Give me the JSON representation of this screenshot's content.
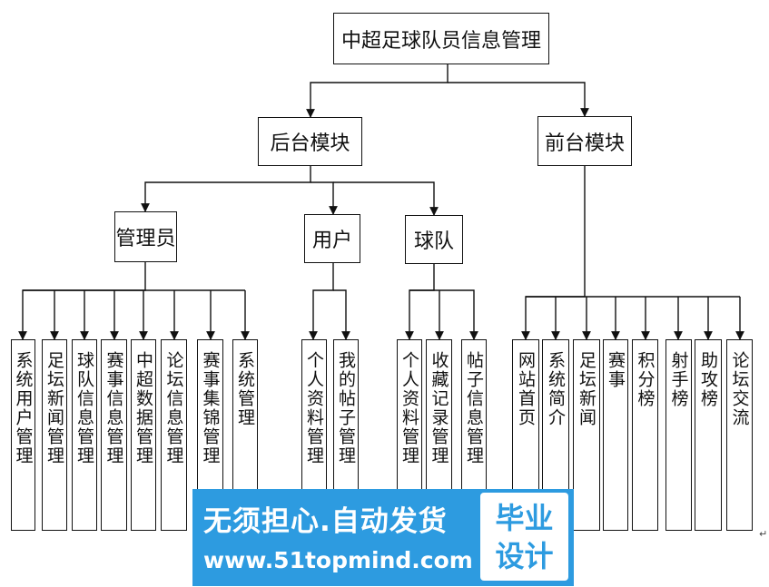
{
  "diagram": {
    "root": "中超足球队员信息管理",
    "backend": {
      "label": "后台模块",
      "groups": [
        {
          "label": "管理员",
          "items": [
            "系统用户管理",
            "足坛新闻管理",
            "球队信息管理",
            "赛事信息管理",
            "中超数据管理",
            "论坛信息管理",
            "赛事集锦管理",
            "系统管理"
          ]
        },
        {
          "label": "用户",
          "items": [
            "个人资料管理",
            "我的帖子管理"
          ]
        },
        {
          "label": "球队",
          "items": [
            "个人资料管理",
            "收藏记录管理",
            "帖子信息管理"
          ]
        }
      ]
    },
    "frontend": {
      "label": "前台模块",
      "items": [
        "网站首页",
        "系统简介",
        "足坛新闻",
        "赛事",
        "积分榜",
        "射手榜",
        "助攻榜",
        "论坛交流"
      ]
    }
  },
  "watermark": {
    "line1": "无须担心.自动发货",
    "line2": "www.51topmind.com",
    "logo_line1": "毕业",
    "logo_line2": "设计"
  },
  "paragraph_mark": "↵"
}
